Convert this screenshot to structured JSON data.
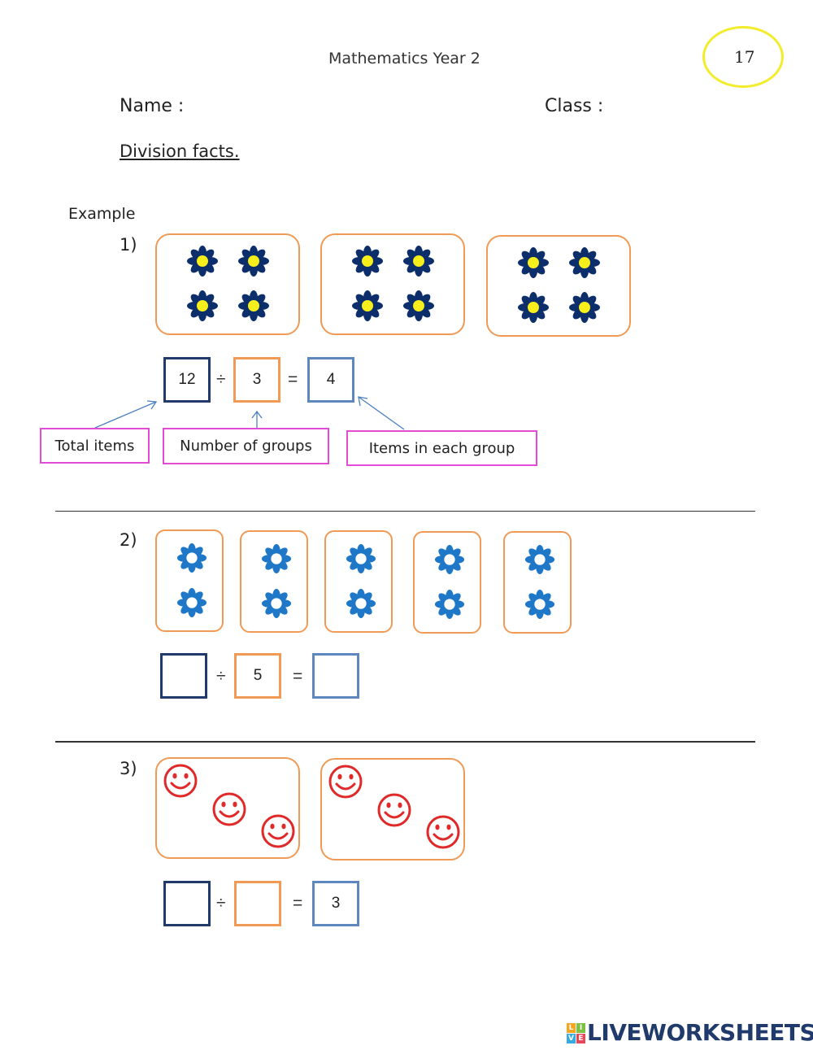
{
  "header": {
    "title": "Mathematics Year 2",
    "page_number": "17",
    "page_circle_color": "#f2ec2b"
  },
  "fields": {
    "name_label": "Name :",
    "class_label": "Class :"
  },
  "topic": "Division facts.",
  "example_label": "Example",
  "colors": {
    "group_border": "#f09a55",
    "total_box": "#1f3a6b",
    "each_box": "#5e88bd",
    "label_border": "#e24bd6",
    "flower_dark": "#0c2f6b",
    "flower_center": "#f7ef1c",
    "flower_blue": "#1f77c8",
    "smiley": "#e02a2a"
  },
  "questions": [
    {
      "number": "1)",
      "groups": 3,
      "items_per_group": 4,
      "item_icon": "dark-flower-icon",
      "total": "12",
      "divide_symbol": "÷",
      "groups_value": "3",
      "equals_symbol": "=",
      "result": "4",
      "annotations": {
        "total": "Total items",
        "groups": "Number of groups",
        "each": "Items in each group"
      }
    },
    {
      "number": "2)",
      "groups": 5,
      "items_per_group": 2,
      "item_icon": "blue-flower-icon",
      "total": "",
      "divide_symbol": "÷",
      "groups_value": "5",
      "equals_symbol": "=",
      "result": ""
    },
    {
      "number": "3)",
      "groups": 2,
      "items_per_group": 3,
      "item_icon": "smiley-icon",
      "total": "",
      "divide_symbol": "÷",
      "groups_value": "",
      "equals_symbol": "=",
      "result": "3"
    }
  ],
  "footer": {
    "logo_letters": [
      "L",
      "I",
      "V",
      "E"
    ],
    "logo_text": "LIVEWORKSHEETS"
  }
}
